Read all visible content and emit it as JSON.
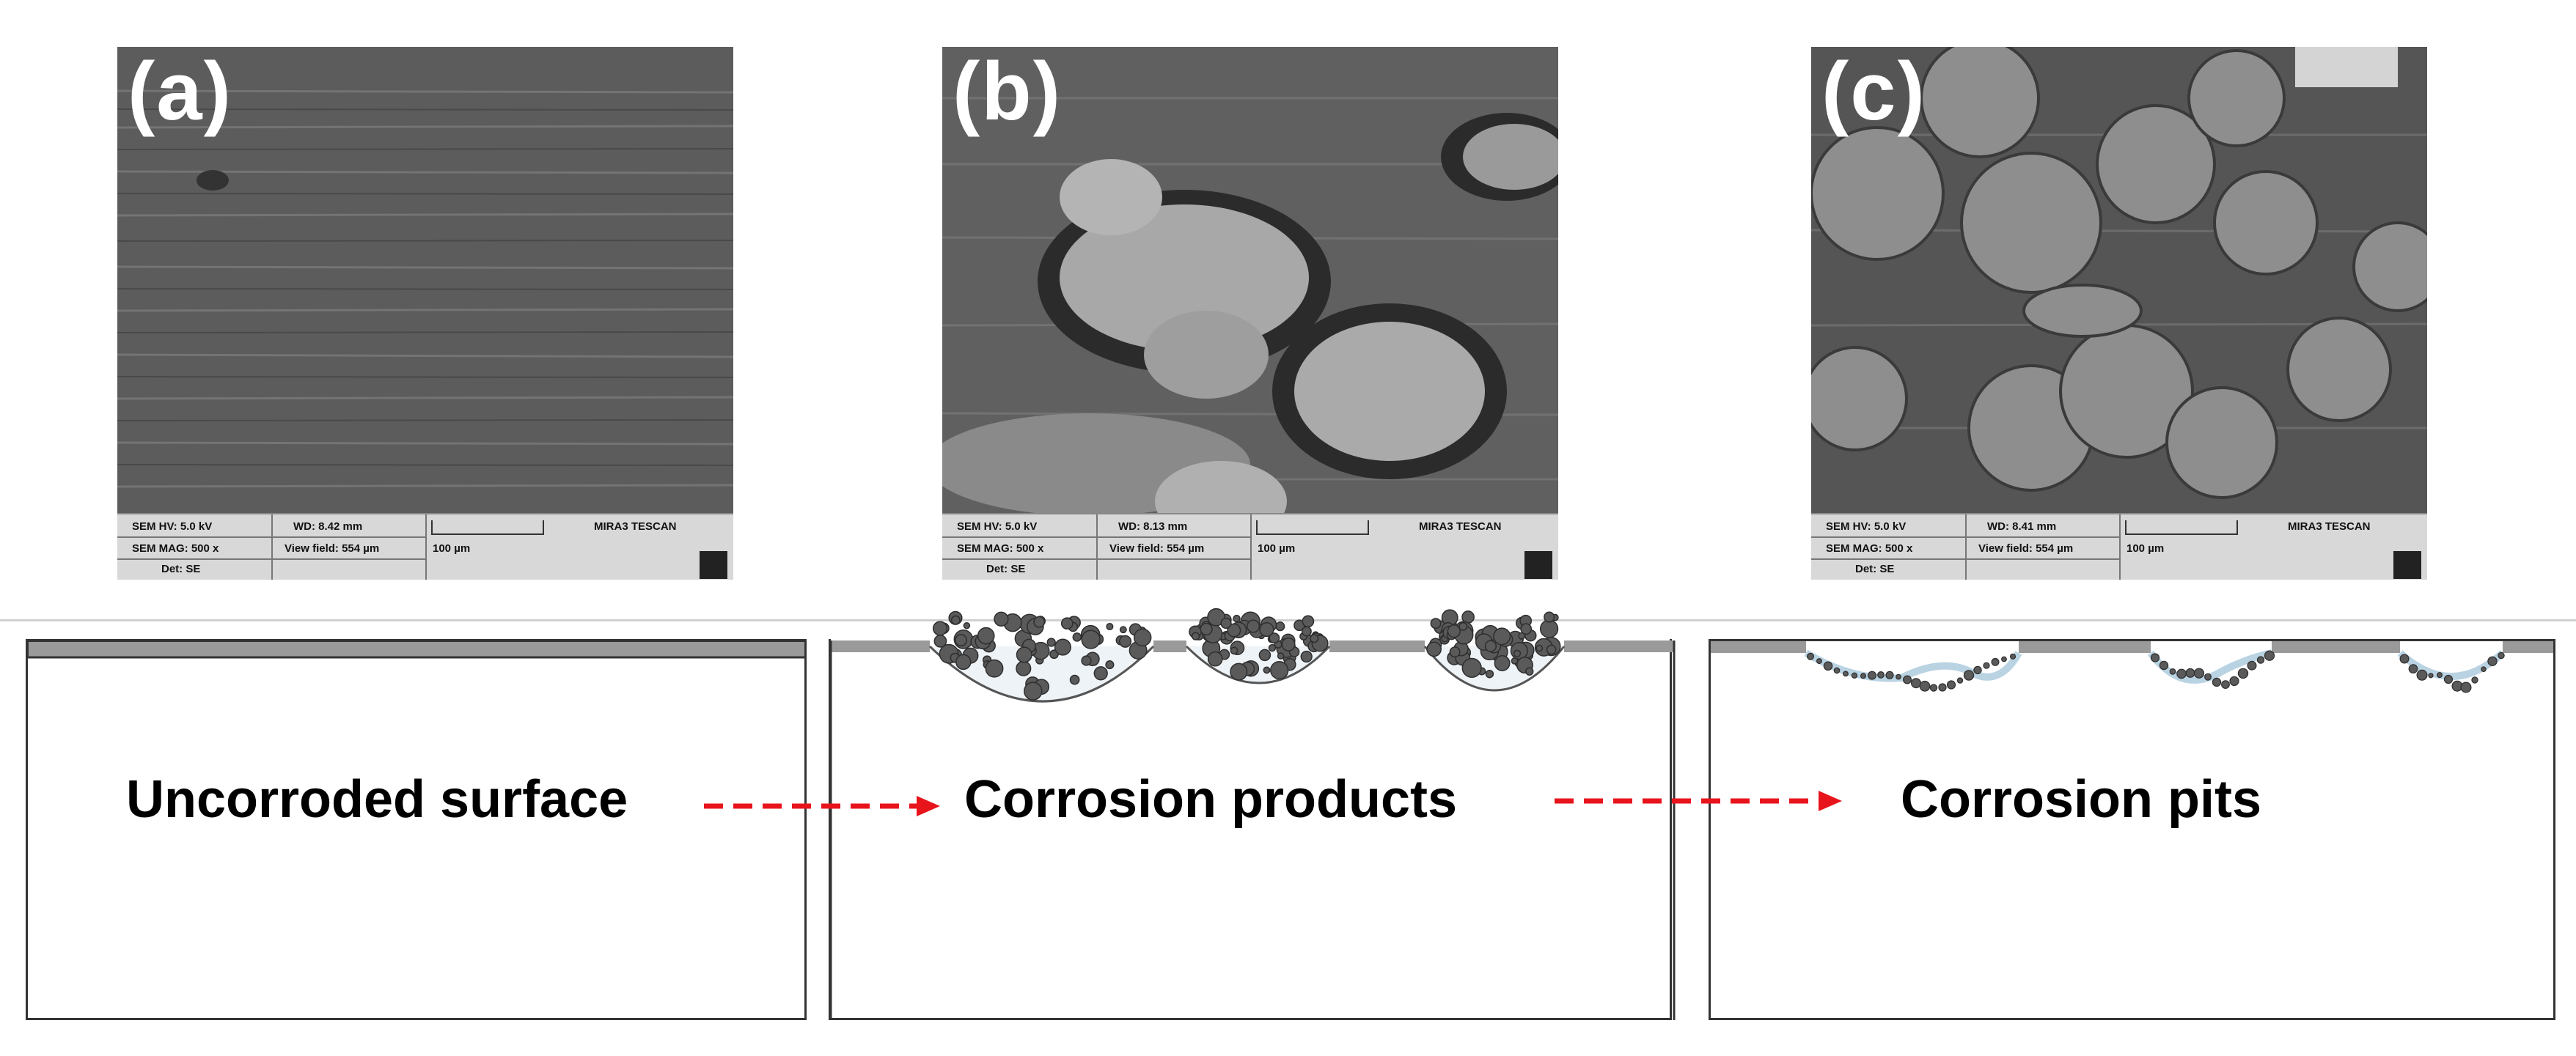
{
  "panels": [
    {
      "label": "(a)",
      "hv": "SEM HV: 5.0 kV",
      "wd": "WD: 8.42 mm",
      "mag": "SEM MAG: 500 x",
      "view": "View field: 554 µm",
      "det": "Det: SE",
      "scale": "100 µm",
      "brand": "MIRA3 TESCAN"
    },
    {
      "label": "(b)",
      "hv": "SEM HV: 5.0 kV",
      "wd": "WD: 8.13 mm",
      "mag": "SEM MAG: 500 x",
      "view": "View field: 554 µm",
      "det": "Det: SE",
      "scale": "100 µm",
      "brand": "MIRA3 TESCAN"
    },
    {
      "label": "(c)",
      "hv": "SEM HV: 5.0 kV",
      "wd": "WD: 8.41 mm",
      "mag": "SEM MAG: 500 x",
      "view": "View field: 554 µm",
      "det": "Det: SE",
      "scale": "100 µm",
      "brand": "MIRA3 TESCAN"
    }
  ],
  "stages": [
    "Uncorroded surface",
    "Corrosion products",
    "Corrosion pits"
  ],
  "colors": {
    "arrow": "#e8141c",
    "surface": "#9a9a9a",
    "particle": "#5a5a5a"
  }
}
